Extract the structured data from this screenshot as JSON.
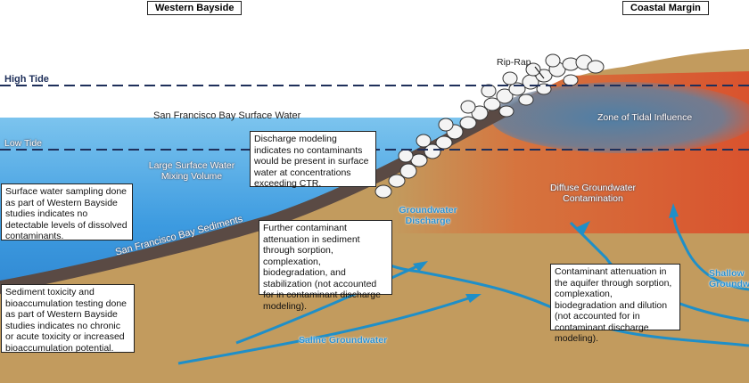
{
  "headers": {
    "western": "Western Bayside",
    "coastal": "Coastal Margin"
  },
  "levels": {
    "high_tide": "High Tide",
    "low_tide": "Low Tide"
  },
  "labels": {
    "surface_water": "San Francisco Bay Surface Water",
    "mixing_1": "Large Surface Water",
    "mixing_2": "Mixing Volume",
    "sediments": "San Francisco   Bay Sediments",
    "rip_rap": "Rip-Rap",
    "tidal_zone": "Zone of Tidal Influence",
    "diffuse_1": "Diffuse Groundwater",
    "diffuse_2": "Contamination",
    "gw_discharge_1": "Groundwater",
    "gw_discharge_2": "Discharge",
    "saline": "Saline Groundwater",
    "shallow_1": "Shallow",
    "shallow_2": "Groundw"
  },
  "callouts": {
    "surface_sampling": "Surface water sampling done as part of Western Bayside studies indicates no detectable levels of dissolved contaminants.",
    "sediment_toxicity": "Sediment toxicity and bioaccumulation testing done as part of Western Bayside studies indicates no chronic or acute toxicity or increased bioaccumulation potential.",
    "discharge_modeling": "Discharge modeling indicates no contaminants would be present in surface water at concentrations exceeding CTR.",
    "sediment_attenuation": "Further contaminant attenuation in sediment through sorption, complexation, biodegradation, and stabilization (not accounted for in contaminant discharge modeling).",
    "aquifer_attenuation": "Contaminant attenuation in the aquifer through sorption, complexation, biodegradation and dilution (not accounted for in contaminant discharge modeling)."
  },
  "colors": {
    "water": "#2f8fd6",
    "ground": "#c29b5e",
    "sediment": "#5a4a44",
    "contamination": "#d9603a",
    "arrow": "#1f8fc8",
    "tide_line": "#1e2f5a"
  }
}
